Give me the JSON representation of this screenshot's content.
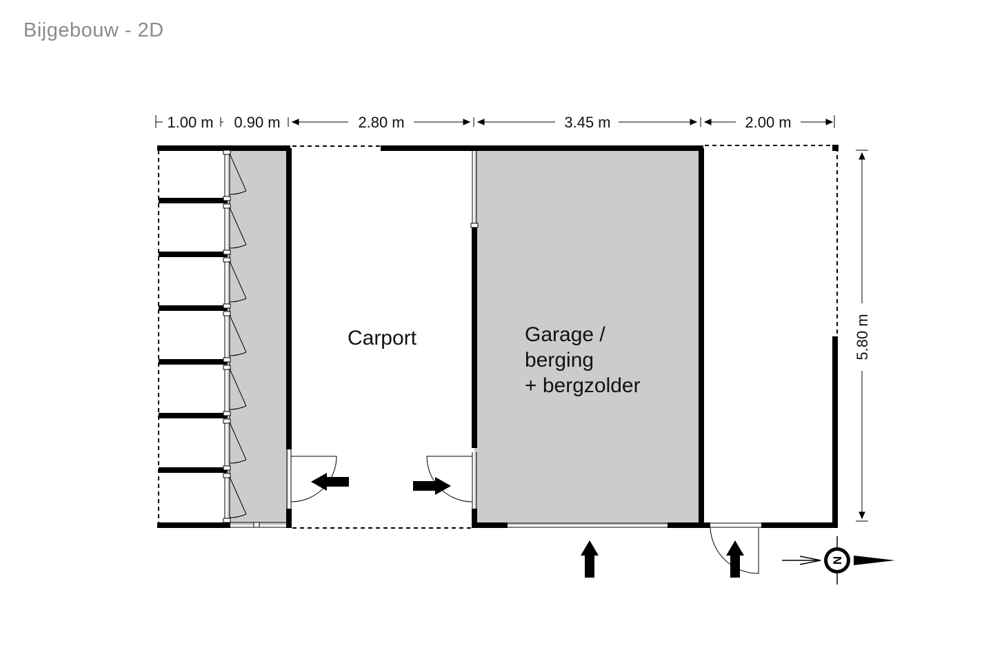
{
  "title": "Bijgebouw - 2D",
  "dimensions": {
    "top": [
      "1.00 m",
      "0.90 m",
      "2.80 m",
      "3.45 m",
      "2.00 m"
    ],
    "right": "5.80 m"
  },
  "rooms": {
    "carport": "Carport",
    "garage": [
      "Garage /",
      "berging",
      "+ bergzolder"
    ]
  },
  "compass": {
    "label": "N",
    "direction": "east"
  },
  "colors": {
    "wall": "#000000",
    "room_fill": "#cccccc",
    "title": "#8a8a8a"
  }
}
